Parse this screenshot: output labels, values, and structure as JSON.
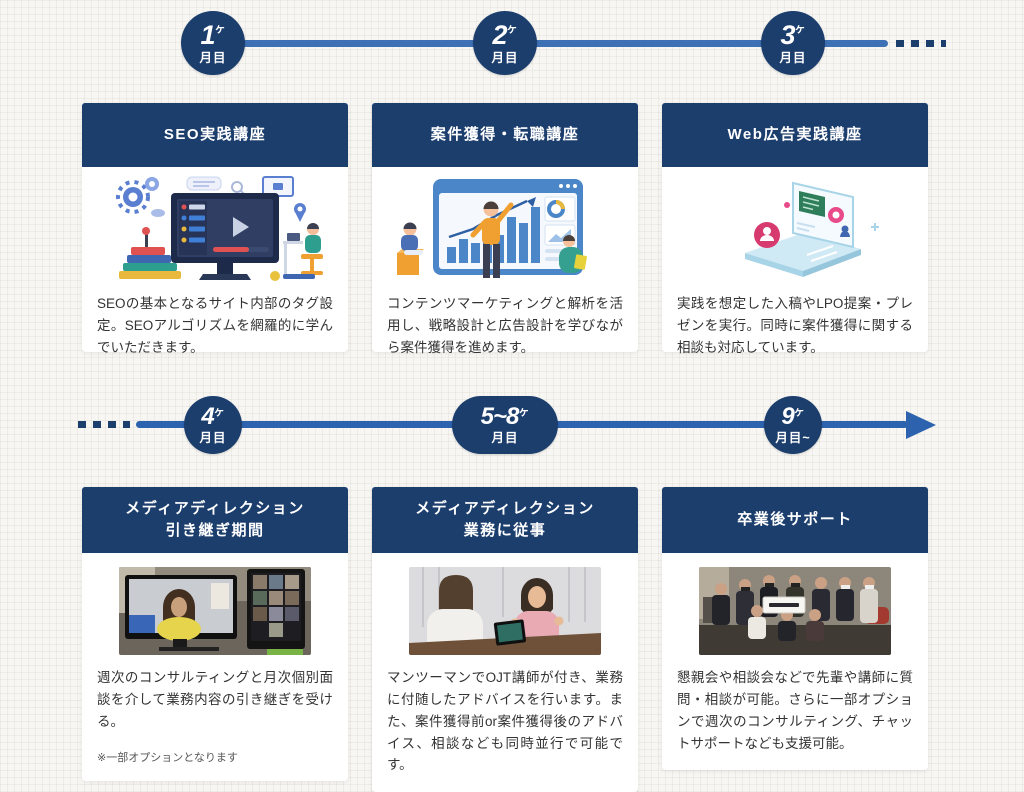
{
  "colors": {
    "navy": "#1c3e6d",
    "timeline_blue_row1": "#3d70b4",
    "timeline_blue_row2": "#2d62ae",
    "card_background": "#ffffff",
    "body_text": "#333333"
  },
  "rows": [
    {
      "milestones": [
        {
          "number": "1",
          "unit": "ヶ",
          "label": "月目"
        },
        {
          "number": "2",
          "unit": "ヶ",
          "label": "月目"
        },
        {
          "number": "3",
          "unit": "ヶ",
          "label": "月目"
        }
      ],
      "cards": [
        {
          "title": "SEO実践講座",
          "title2": "",
          "body": "SEOの基本となるサイト内部のタグ設定。SEOアルゴリズムを網羅的に学んでいただきます。",
          "note": "",
          "illustration": "online-video-course-illustration"
        },
        {
          "title": "案件獲得・転職講座",
          "title2": "",
          "body": "コンテンツマーケティングと解析を活用し、戦略設計と広告設計を学びながら案件獲得を進めます。",
          "note": "",
          "illustration": "analytics-presentation-illustration"
        },
        {
          "title": "Web広告実践講座",
          "title2": "",
          "body": "実践を想定した入稿やLPO提案・プレゼンを実行。同時に案件獲得に関する相談も対応しています。",
          "note": "",
          "illustration": "web-ad-laptop-illustration"
        }
      ]
    },
    {
      "milestones": [
        {
          "number": "4",
          "unit": "ヶ",
          "label": "月目"
        },
        {
          "number": "5~8",
          "unit": "ヶ",
          "label": "月目"
        },
        {
          "number": "9",
          "unit": "ヶ",
          "label": "月目~"
        }
      ],
      "cards": [
        {
          "title": "メディアディレクション",
          "title2": "引き継ぎ期間",
          "body": "週次のコンサルティングと月次個別面談を介して業務内容の引き継ぎを受ける。",
          "note": "※一部オプションとなります",
          "illustration": "remote-video-call-photo"
        },
        {
          "title": "メディアディレクション",
          "title2": "業務に従事",
          "body": "マンツーマンでOJT講師が付き、業務に付随したアドバイスを行います。また、案件獲得前or案件獲得後のアドバイス、相談なども同時並行で可能です。",
          "note": "",
          "illustration": "one-on-one-meeting-photo"
        },
        {
          "title": "卒業後サポート",
          "title2": "",
          "body": "懇親会や相談会などで先輩や講師に質問・相談が可能。さらに一部オプションで週次のコンサルティング、チャットサポートなども支援可能。",
          "note": "",
          "illustration": "group-networking-photo"
        }
      ]
    }
  ]
}
